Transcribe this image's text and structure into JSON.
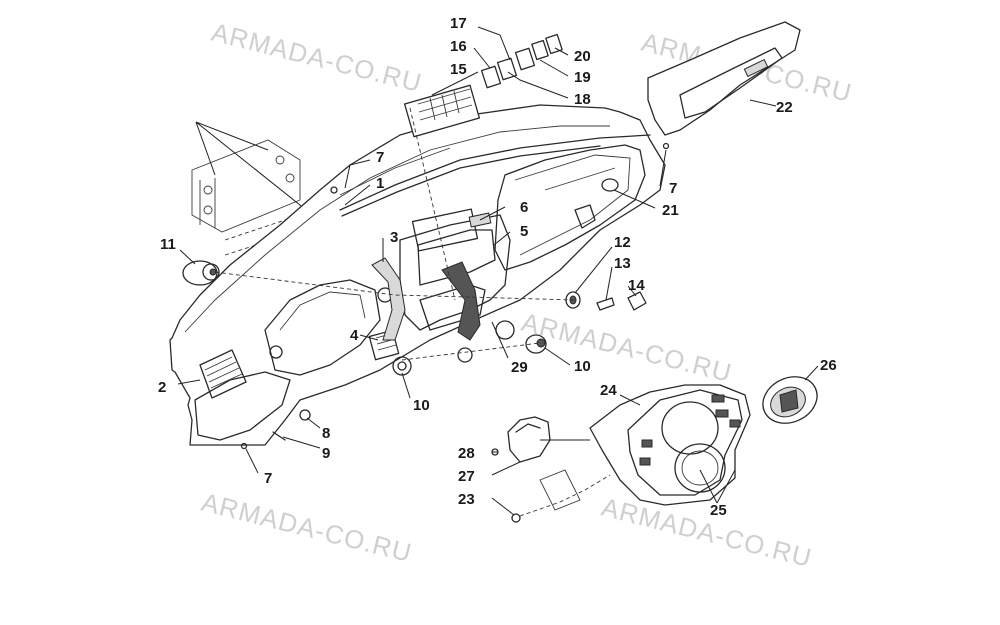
{
  "watermark": "ARMADA-CO.RU",
  "callouts": {
    "c1": "1",
    "c2": "2",
    "c3": "3",
    "c4": "4",
    "c5": "5",
    "c6": "6",
    "c7a": "7",
    "c7b": "7",
    "c7c": "7",
    "c8": "8",
    "c9": "9",
    "c10a": "10",
    "c10b": "10",
    "c11": "11",
    "c12": "12",
    "c13": "13",
    "c14": "14",
    "c15": "15",
    "c16": "16",
    "c17": "17",
    "c18": "18",
    "c19": "19",
    "c20": "20",
    "c21": "21",
    "c22": "22",
    "c23": "23",
    "c24": "24",
    "c25": "25",
    "c26": "26",
    "c27": "27",
    "c28": "28",
    "c29": "29"
  },
  "colors": {
    "line": "#2a2a2a",
    "watermark": "#cfcfcf",
    "background": "#ffffff"
  }
}
